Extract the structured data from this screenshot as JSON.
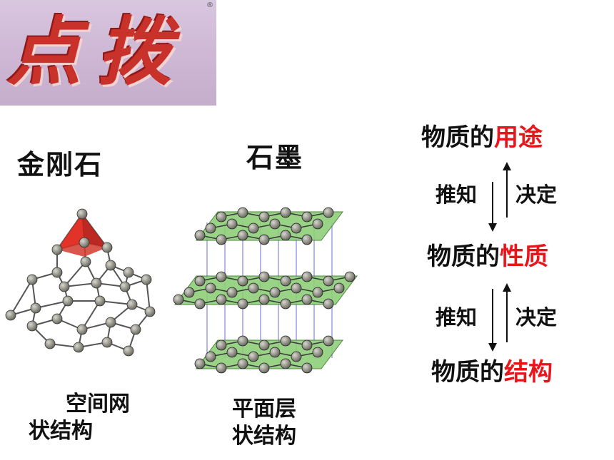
{
  "banner": {
    "text": "点拨",
    "reg_mark": "®"
  },
  "diamond": {
    "title": "金刚石",
    "caption_line1": "空间网",
    "caption_line2": "状结构"
  },
  "graphite": {
    "title": "石墨",
    "caption_line1": "平面层",
    "caption_line2": "状结构"
  },
  "relations": {
    "prefix": "物质的",
    "use": "用途",
    "property": "性质",
    "structure": "结构",
    "infer": "推知",
    "decide": "决定"
  },
  "colors": {
    "highlight": "#e8151b",
    "atom": "#6b6b62",
    "layer": "#8fcf7a",
    "tetra": "#e0281e"
  }
}
